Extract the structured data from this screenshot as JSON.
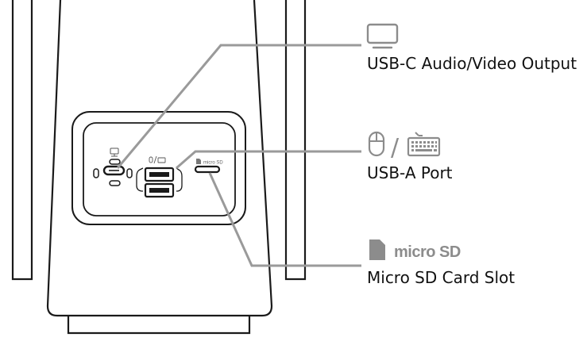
{
  "diagram": {
    "callouts": [
      {
        "label": "USB-C Audio/Video Output",
        "icon": "monitor-icon"
      },
      {
        "label": "USB-A Port",
        "icon": "mouse-keyboard-icon"
      },
      {
        "label": "Micro SD Card Slot",
        "icon": "micro-sd-logo"
      }
    ],
    "icon_separator": "/",
    "sd_logo_text": "micro SD",
    "device_sd_mark": "micro SD",
    "colors": {
      "outline": "#1a1a1a",
      "leader_line": "#9a9a9a",
      "icon_gray": "#8c8c8c",
      "text": "#111111"
    }
  }
}
